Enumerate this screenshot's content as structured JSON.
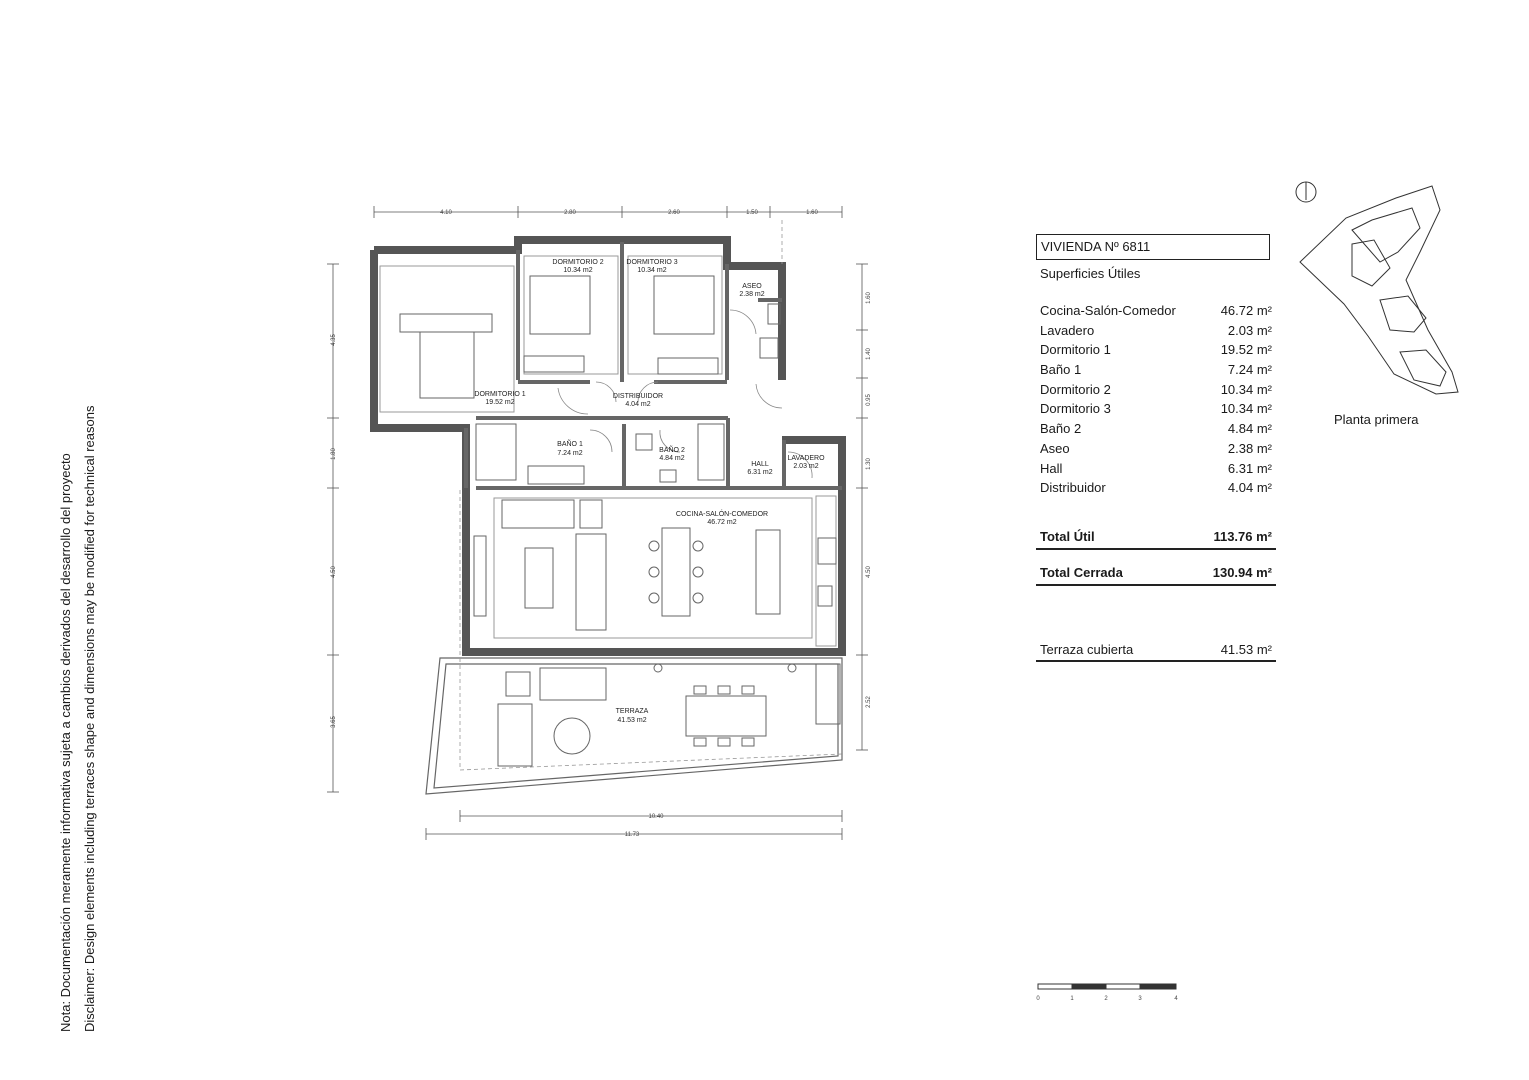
{
  "disclaimer": {
    "line_es": "Nota: Documentación meramente informativa sujeta a cambios derivados del desarrollo del proyecto",
    "line_en": "Disclaimer: Design elements including terraces shape and dimensions may be modified for technical reasons"
  },
  "unit": {
    "title": "VIVIENDA Nº 6811",
    "subtitle": "Superficies Útiles",
    "areas": [
      {
        "name": "Cocina-Salón-Comedor",
        "value": "46.72 m²"
      },
      {
        "name": "Lavadero",
        "value": "2.03 m²"
      },
      {
        "name": "Dormitorio 1",
        "value": "19.52 m²"
      },
      {
        "name": "Baño 1",
        "value": "7.24 m²"
      },
      {
        "name": "Dormitorio 2",
        "value": "10.34 m²"
      },
      {
        "name": "Dormitorio 3",
        "value": "10.34 m²"
      },
      {
        "name": "Baño 2",
        "value": "4.84 m²"
      },
      {
        "name": "Aseo",
        "value": "2.38 m²"
      },
      {
        "name": "Hall",
        "value": "6.31 m²"
      },
      {
        "name": "Distribuidor",
        "value": "4.04 m²"
      }
    ],
    "total_util": {
      "label": "Total Útil",
      "value": "113.76 m²"
    },
    "total_cerrada": {
      "label": "Total Cerrada",
      "value": "130.94 m²"
    },
    "terraza": {
      "label": "Terraza cubierta",
      "value": "41.53 m²"
    }
  },
  "key_plan_label": "Planta primera",
  "rooms": [
    {
      "name": "DORMITORIO 2",
      "area": "10.34 m2"
    },
    {
      "name": "DORMITORIO 3",
      "area": "10.34 m2"
    },
    {
      "name": "ASEO",
      "area": "2.38 m2"
    },
    {
      "name": "DORMITORIO 1",
      "area": "19.52 m2"
    },
    {
      "name": "DISTRIBUIDOR",
      "area": "4.04 m2"
    },
    {
      "name": "BAÑO 1",
      "area": "7.24 m2"
    },
    {
      "name": "BAÑO 2",
      "area": "4.84 m2"
    },
    {
      "name": "HALL",
      "area": "6.31 m2"
    },
    {
      "name": "LAVADERO",
      "area": "2.03 m2"
    },
    {
      "name": "COCINA-SALÓN-COMEDOR",
      "area": "46.72 m2"
    },
    {
      "name": "TERRAZA",
      "area": "41.53 m2"
    }
  ],
  "dimensions": {
    "top": [
      "4.10",
      "2.80",
      "2.60",
      "1.50",
      "1.60"
    ],
    "left": [
      "4.35",
      "1.80",
      "4.50",
      "3.65"
    ],
    "right": [
      "1.60",
      "1.40",
      "0.95",
      "1.30",
      "4.50",
      "2.52"
    ],
    "bottom": [
      "10.40",
      "11.73"
    ]
  },
  "scale_labels": [
    "0",
    "1",
    "2",
    "3",
    "4"
  ]
}
